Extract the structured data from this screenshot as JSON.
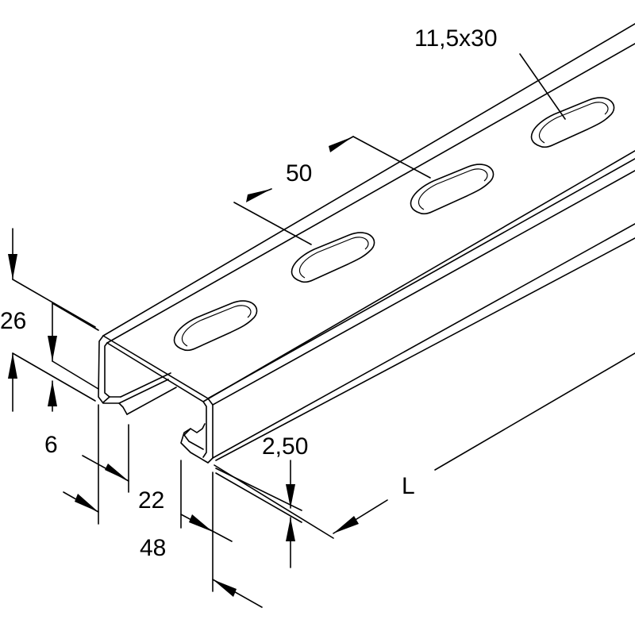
{
  "dimensions": {
    "slot": "11,5x30",
    "pitch": "50",
    "height": "26",
    "lip": "6",
    "opening": "22",
    "width": "48",
    "thickness": "2,50",
    "length": "L"
  },
  "colors": {
    "line": "#000000",
    "background": "#ffffff"
  }
}
